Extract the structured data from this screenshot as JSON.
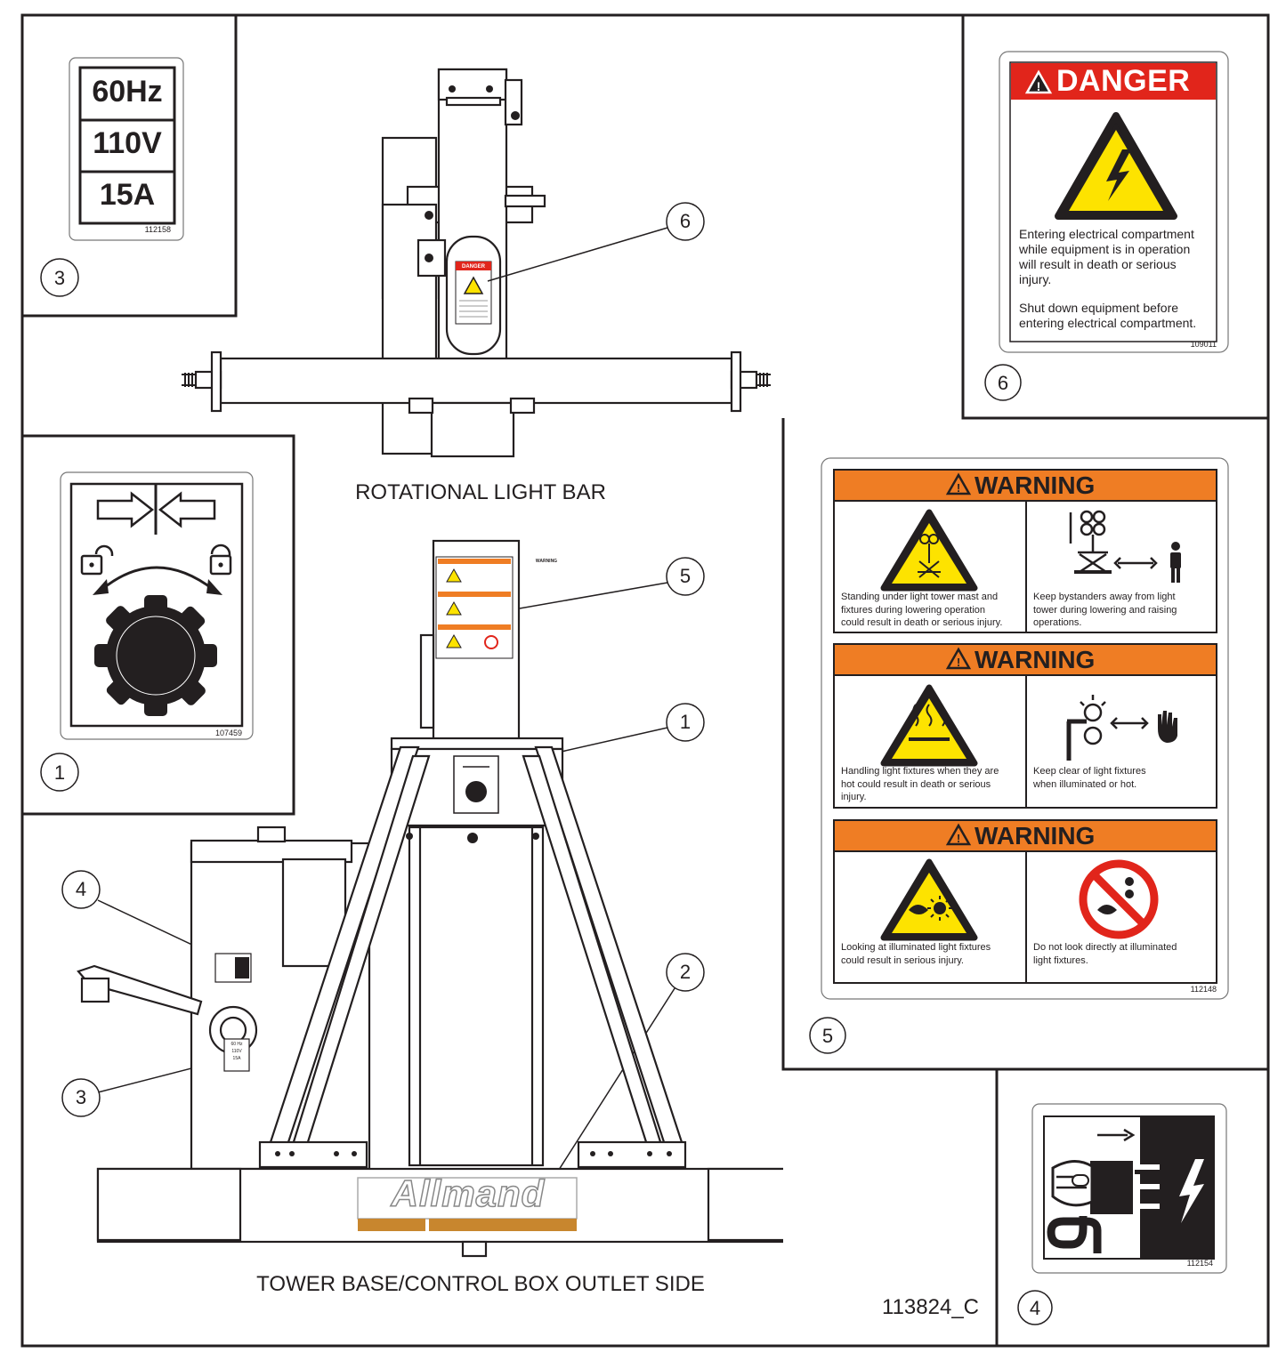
{
  "main_labels": {
    "light_bar": "ROTATIONAL LIGHT BAR",
    "tower_base": "TOWER BASE/CONTROL BOX OUTLET SIDE",
    "doc_number": "113824_C",
    "brand": "Allmand"
  },
  "callouts": {
    "c1": "1",
    "c2": "2",
    "c3": "3",
    "c4": "4",
    "c5": "5",
    "c6": "6"
  },
  "panel_electrical": {
    "rows": [
      "60Hz",
      "110V",
      "15A"
    ],
    "part": "112158",
    "callout": "3"
  },
  "panel_danger": {
    "header": "DANGER",
    "text1": [
      "Entering electrical compartment",
      "while equipment is in operation",
      "will result in death or serious",
      "injury."
    ],
    "text2": [
      "Shut down equipment before",
      "entering electrical compartment."
    ],
    "part": "109011",
    "callout": "6"
  },
  "panel_lock": {
    "part": "107459",
    "callout": "1"
  },
  "panel_warning": {
    "header": "WARNING",
    "blocks": [
      {
        "left": [
          "Standing under light tower mast and",
          "fixtures during lowering operation",
          "could result in death or serious injury."
        ],
        "right": [
          "Keep bystanders away from light",
          "tower during lowering  and raising",
          "operations."
        ]
      },
      {
        "left": [
          "Handling light fixtures when they are",
          "hot could result in death or serious",
          "injury."
        ],
        "right": [
          "Keep clear of light fixtures",
          "when illuminated or hot."
        ]
      },
      {
        "left": [
          "Looking at illuminated light fixtures",
          "could result in serious injury."
        ],
        "right": [
          "Do not look directly at illuminated",
          "light fixtures."
        ]
      }
    ],
    "part": "112148",
    "callout": "5"
  },
  "panel_plug": {
    "part": "112154",
    "callout": "4"
  },
  "mini_label": {
    "rows": [
      "60 Hz",
      "110V",
      "15A"
    ],
    "danger": "DANGER",
    "warning": "WARNING"
  },
  "colors": {
    "danger_red": "#e1251b",
    "warning_orange": "#ef7d24",
    "hazard_yellow": "#fde300",
    "line": "#231f20",
    "tan": "#c8862e"
  }
}
